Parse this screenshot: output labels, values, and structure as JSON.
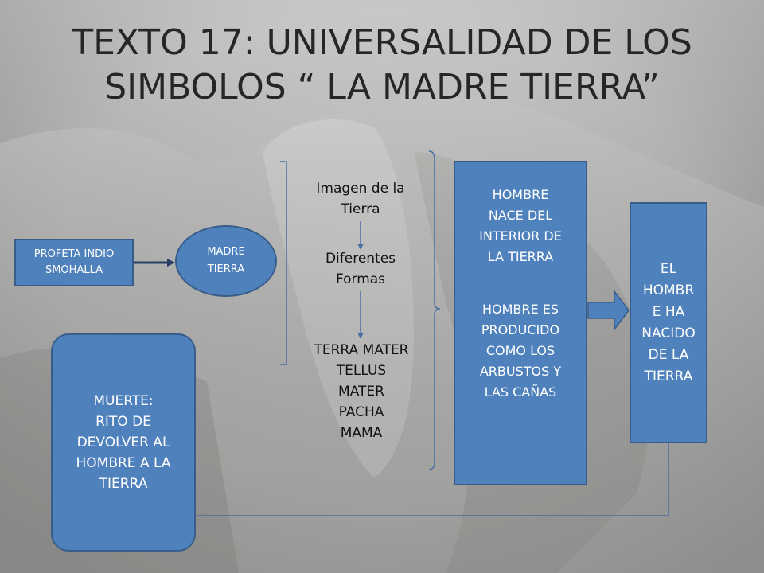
{
  "title": {
    "line1": "TEXTO 17: UNIVERSALIDAD DE LOS",
    "line2": "SIMBOLOS “ LA MADRE TIERRA”"
  },
  "profeta": {
    "line1": "PROFETA INDIO",
    "line2": "SMOHALLA"
  },
  "madre": {
    "line1": "MADRE",
    "line2": "TIERRA"
  },
  "imagen": {
    "line1": "Imagen de la",
    "line2": "Tierra"
  },
  "formas": {
    "line1": "Diferentes",
    "line2": "Formas"
  },
  "terra": {
    "lines": [
      "TERRA MATER",
      "TELLUS",
      "MATER",
      "PACHA",
      "MAMA"
    ]
  },
  "hombre": {
    "p1": [
      "HOMBRE",
      "NACE DEL",
      "INTERIOR DE",
      "LA TIERRA"
    ],
    "p2": [
      "HOMBRE ES",
      "PRODUCIDO",
      "COMO LOS",
      "ARBUSTOS Y",
      "LAS CAÑAS"
    ]
  },
  "el": {
    "lines": [
      "EL",
      "HOMBR",
      "E HA",
      "NACIDO",
      "DE LA",
      "TIERRA"
    ]
  },
  "muerte": {
    "lines": [
      "MUERTE:",
      "RITO DE",
      "DEVOLVER AL",
      "HOMBRE A LA",
      "TIERRA"
    ]
  },
  "colors": {
    "box": "#4f81bd",
    "box_border": "#385d8a",
    "connector": "#4a6fa5"
  }
}
